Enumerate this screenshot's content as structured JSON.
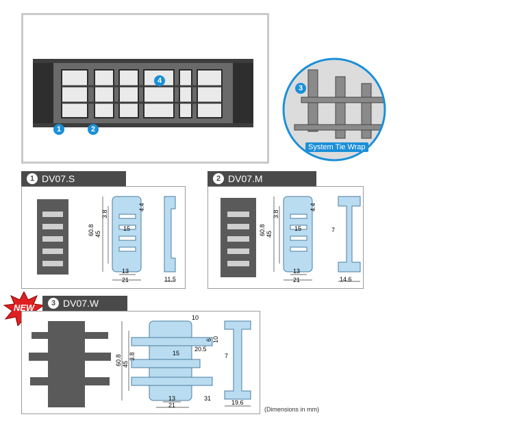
{
  "hero": {
    "callouts": [
      "1",
      "2",
      "4"
    ]
  },
  "inset": {
    "callout": "3",
    "label": "System Tie Wrap"
  },
  "section_s": {
    "number": "1",
    "title": "DV07.S",
    "dims": {
      "top": "4.4",
      "pitch": "3.8",
      "slot": "15",
      "height": "60.8",
      "inner": "45",
      "base1": "13",
      "base2": "21",
      "width": "11.5"
    }
  },
  "section_m": {
    "number": "2",
    "title": "DV07.M",
    "dims": {
      "top": "4.4",
      "pitch": "3.8",
      "slot": "15",
      "height": "60.8",
      "inner": "45",
      "base1": "13",
      "base2": "21",
      "web": "7",
      "width": "14.6"
    }
  },
  "section_w": {
    "number": "3",
    "title": "DV07.W",
    "badge": "NEW",
    "dims": {
      "top": "10",
      "d6": "6",
      "d10": "10",
      "height": "60.8",
      "inner": "45",
      "pitch": "3.8",
      "slot": "15",
      "span": "20.5",
      "base1": "13",
      "base2": "21",
      "ext": "31",
      "web": "7",
      "width": "19.6"
    }
  },
  "footnote": "(Dimensions in mm)",
  "colors": {
    "part_fill": "#b9dcf0",
    "part_stroke": "#4a7da0",
    "dark_part": "#5a5a5a",
    "badge_blue": "#1b8fd8",
    "new_red": "#e02020"
  }
}
